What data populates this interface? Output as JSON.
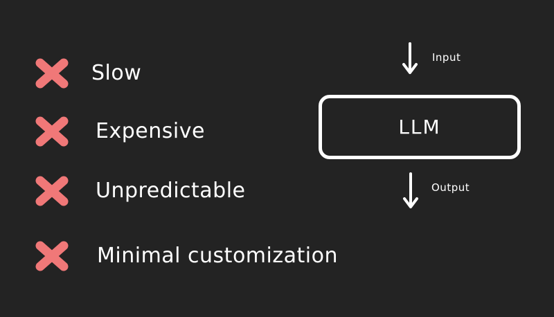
{
  "colors": {
    "background": "#232323",
    "foreground": "#ffffff",
    "cross": "#f07878"
  },
  "drawbacks": [
    {
      "label": "Slow",
      "icon": "cross-icon"
    },
    {
      "label": "Expensive",
      "icon": "cross-icon"
    },
    {
      "label": "Unpredictable",
      "icon": "cross-icon"
    },
    {
      "label": "Minimal customization",
      "icon": "cross-icon"
    }
  ],
  "diagram": {
    "input_label": "Input",
    "box_label": "LLM",
    "output_label": "Output"
  }
}
